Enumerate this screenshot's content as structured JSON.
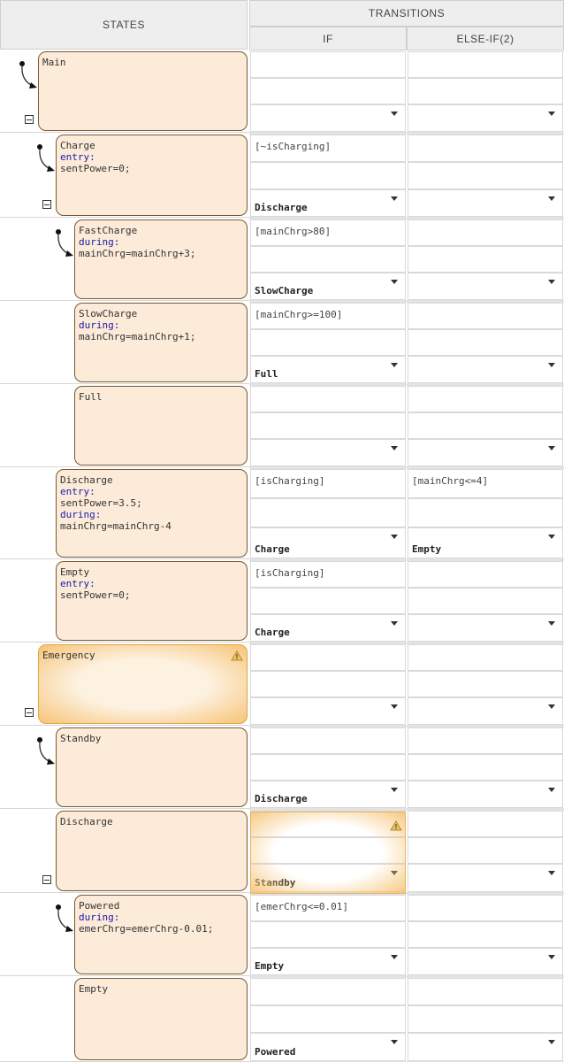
{
  "headers": {
    "states": "STATES",
    "transitions": "TRANSITIONS",
    "if": "IF",
    "else_if": "ELSE-IF(2)"
  },
  "rows": [
    {
      "name": "Main",
      "actions": [],
      "if_cond": "",
      "if_dest": "",
      "else_cond": "",
      "else_dest": ""
    },
    {
      "name": "Charge",
      "actions": [
        {
          "t": "kw",
          "v": "entry:"
        },
        {
          "t": "ln",
          "v": "sentPower=0;"
        }
      ],
      "if_cond": "[~isCharging]",
      "if_dest": "Discharge",
      "else_cond": "",
      "else_dest": ""
    },
    {
      "name": "FastCharge",
      "actions": [
        {
          "t": "kw",
          "v": "during:"
        },
        {
          "t": "ln",
          "v": "mainChrg=mainChrg+3;"
        }
      ],
      "if_cond": "[mainChrg>80]",
      "if_dest": "SlowCharge",
      "else_cond": "",
      "else_dest": ""
    },
    {
      "name": "SlowCharge",
      "actions": [
        {
          "t": "kw",
          "v": "during:"
        },
        {
          "t": "ln",
          "v": "mainChrg=mainChrg+1;"
        }
      ],
      "if_cond": "[mainChrg>=100]",
      "if_dest": "Full",
      "else_cond": "",
      "else_dest": ""
    },
    {
      "name": "Full",
      "actions": [],
      "if_cond": "",
      "if_dest": "",
      "else_cond": "",
      "else_dest": ""
    },
    {
      "name": "Discharge",
      "actions": [
        {
          "t": "kw",
          "v": "entry:"
        },
        {
          "t": "ln",
          "v": "sentPower=3.5;"
        },
        {
          "t": "kw",
          "v": "during:"
        },
        {
          "t": "ln",
          "v": "mainChrg=mainChrg-4"
        }
      ],
      "if_cond": "[isCharging]",
      "if_dest": "Charge",
      "else_cond": "[mainChrg<=4]",
      "else_dest": "Empty"
    },
    {
      "name": "Empty",
      "actions": [
        {
          "t": "kw",
          "v": "entry:"
        },
        {
          "t": "ln",
          "v": "sentPower=0;"
        }
      ],
      "if_cond": "[isCharging]",
      "if_dest": "Charge",
      "else_cond": "",
      "else_dest": ""
    },
    {
      "name": "Emergency",
      "actions": [],
      "if_cond": "",
      "if_dest": "",
      "else_cond": "",
      "else_dest": ""
    },
    {
      "name": "Standby",
      "actions": [],
      "if_cond": "",
      "if_dest": "Discharge",
      "else_cond": "",
      "else_dest": ""
    },
    {
      "name": "Discharge",
      "actions": [],
      "if_cond": "",
      "if_dest": "Standby",
      "else_cond": "",
      "else_dest": ""
    },
    {
      "name": "Powered",
      "actions": [
        {
          "t": "kw",
          "v": "during:"
        },
        {
          "t": "ln",
          "v": "emerChrg=emerChrg-0.01;"
        }
      ],
      "if_cond": "[emerChrg<=0.01]",
      "if_dest": "Empty",
      "else_cond": "",
      "else_dest": ""
    },
    {
      "name": "Empty",
      "actions": [],
      "if_cond": "",
      "if_dest": "Powered",
      "else_cond": "",
      "else_dest": ""
    }
  ],
  "colors": {
    "state_fill": "#fbebd8",
    "state_border": "#7a5a33",
    "keyword": "#1a1aa8",
    "warning": "#f6c475"
  }
}
